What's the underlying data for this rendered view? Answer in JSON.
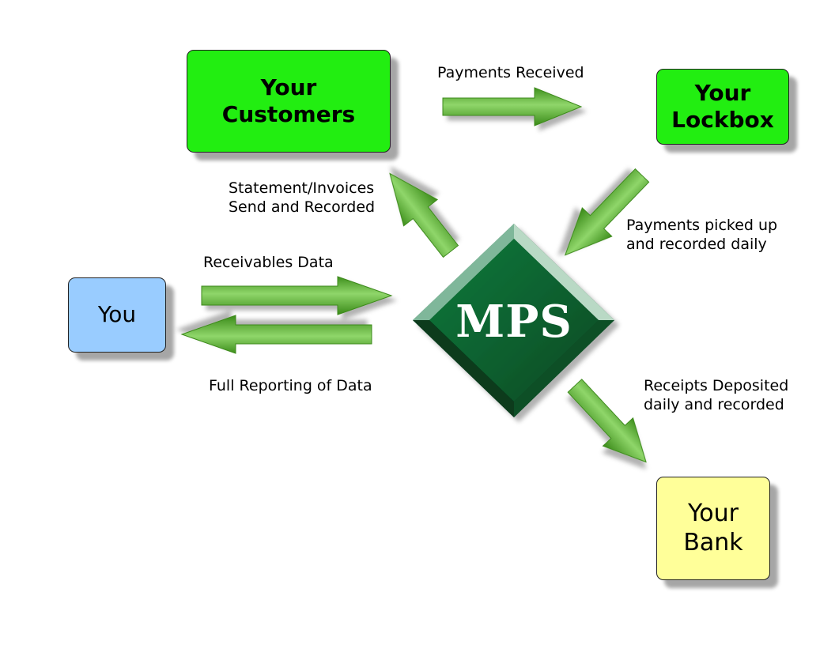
{
  "nodes": {
    "customers": {
      "label": "Your\nCustomers",
      "color": "#22ee11"
    },
    "lockbox": {
      "label": "Your\nLockbox",
      "color": "#22ee11"
    },
    "you": {
      "label": "You",
      "color": "#99ccff"
    },
    "bank": {
      "label": "Your\nBank",
      "color": "#ffff99"
    },
    "mps": {
      "label": "MPS",
      "color": "#0a5c2e"
    }
  },
  "edges": {
    "payments_received": "Payments Received",
    "statements": "Statement/Invoices\nSend and Recorded",
    "picked_up": "Payments picked up\nand recorded daily",
    "receivables": "Receivables Data",
    "full_reporting": "Full Reporting of Data",
    "deposited": "Receipts Deposited\ndaily and recorded"
  },
  "colors": {
    "arrow": "#5fb83a"
  }
}
